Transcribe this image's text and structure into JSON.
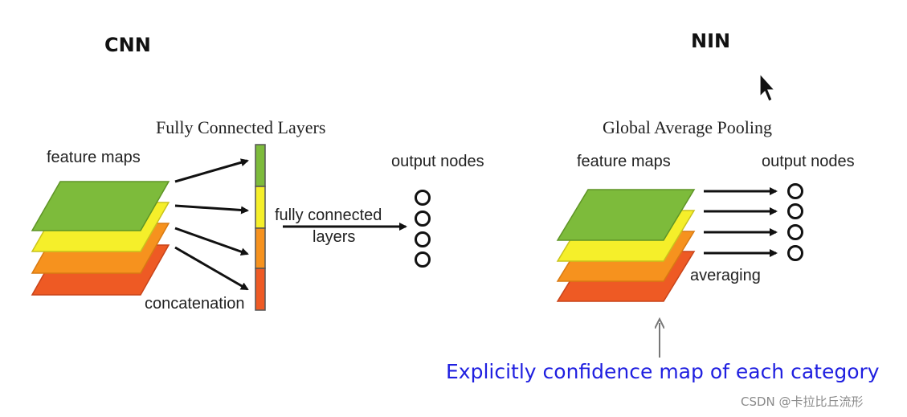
{
  "cnn": {
    "heading": "CNN",
    "section_title": "Fully Connected Layers",
    "feature_maps_label": "feature maps",
    "output_nodes_label": "output nodes",
    "fc_label_line1": "fully connected",
    "fc_label_line2": "layers",
    "concat_label": "concatenation"
  },
  "nin": {
    "heading": "NIN",
    "section_title": "Global Average Pooling",
    "feature_maps_label": "feature maps",
    "output_nodes_label": "output nodes",
    "averaging_label": "averaging"
  },
  "caption": "Explicitly confidence map of each category",
  "watermark": "CSDN @卡拉比丘流形",
  "colors": {
    "layer_green": "#7dbb3b",
    "layer_yellow": "#f5ef2a",
    "layer_orange": "#f6921e",
    "layer_red": "#ee5a24",
    "caption_blue": "#1f1fe0"
  }
}
